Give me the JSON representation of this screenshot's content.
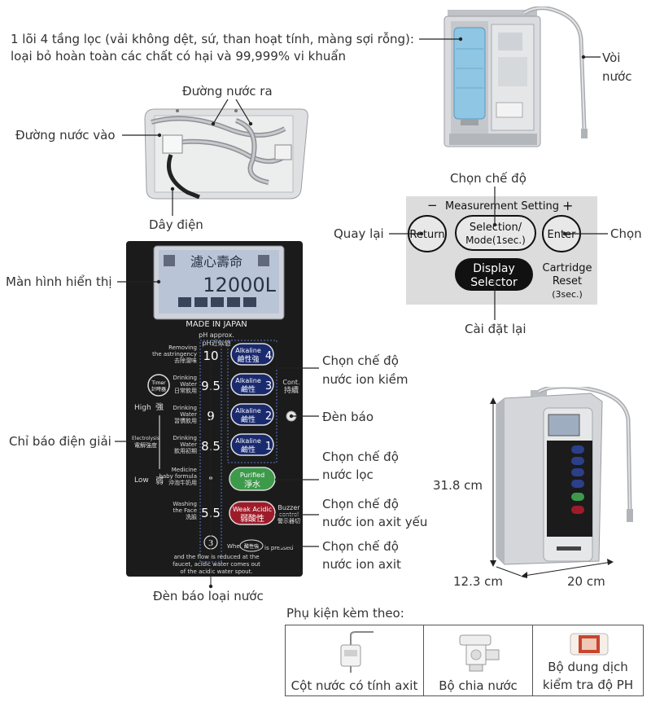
{
  "labels": {
    "filter_line1": "1 lõi 4 tầng lọc (vải không dệt, sứ, than hoạt tính, màng sợi rỗng):",
    "filter_line2": "loại bỏ hoàn toàn các chất có hại và 99,999% vi khuẩn",
    "faucet_line1": "Vòi",
    "faucet_line2": "nước",
    "water_out": "Đường nước ra",
    "water_in": "Đường nước vào",
    "power_cord": "Dây điện",
    "mode_select": "Chọn chế độ",
    "back": "Quay lại",
    "choose": "Chọn",
    "settings": "Cài đặt lại",
    "display_screen": "Màn hình hiển thị",
    "alkaline_l1": "Chọn chế độ",
    "alkaline_l2": "nước ion kiềm",
    "indicator_light": "Đèn báo",
    "electrolysis_indicator": "Chỉ báo điện giải",
    "purified_l1": "Chọn chế độ",
    "purified_l2": "nước lọc",
    "weak_acid_l1": "Chọn chế độ",
    "weak_acid_l2": "nước ion axit yếu",
    "acid_l1": "Chọn chế độ",
    "acid_l2": "nước ion axit",
    "water_type_light": "Đèn báo loại nước",
    "height": "31.8 cm",
    "depth": "12.3 cm",
    "width": "20 cm",
    "accessories_title": "Phụ kiện kèm theo:"
  },
  "measurement_panel": {
    "title": "Measurement Setting",
    "minus": "−",
    "plus": "+",
    "return": "Return",
    "selection_l1": "Selection/",
    "selection_l2": "Mode(1sec.)",
    "enter": "Enter",
    "display_l1": "Display",
    "display_l2": "Selector",
    "cartridge_l1": "Cartridge",
    "cartridge_l2": "Reset",
    "cartridge_l3": "(3sec.)"
  },
  "control_panel": {
    "lcd_kanji": "濾心壽命",
    "lcd_value": "12000L",
    "made_in": "MADE IN JAPAN",
    "ph_l1": "pH approx.",
    "ph_l2": "pH近似値",
    "high_label": "High",
    "high_kanji": "強",
    "low_label": "Low",
    "low_kanji": "弱",
    "electrolysis_l1": "Electrolysis",
    "electrolysis_l2": "電解強度",
    "timer_l1": "Timer",
    "timer_l2": "計時器",
    "cont_l1": "Cont.",
    "cont_l2": "持續",
    "buzzer_l1": "Buzzer",
    "buzzer_l2": "control",
    "buzzer_l3": "警示器切",
    "rows": [
      {
        "desc1": "Removing",
        "desc2": "the astringency",
        "desc3": "去除澀味",
        "ph": "10",
        "btn1": "Alkaline",
        "btn2": "鹼性強",
        "level": "4",
        "color": "#1a2a6e"
      },
      {
        "desc1": "Drinking",
        "desc2": "Water",
        "desc3": "日常飲用",
        "ph": "9.5",
        "btn1": "Alkaline",
        "btn2": "鹼性",
        "level": "3",
        "color": "#1a2a6e"
      },
      {
        "desc1": "Drinking",
        "desc2": "Water",
        "desc3": "習慣飲用",
        "ph": "9",
        "btn1": "Alkaline",
        "btn2": "鹼性",
        "level": "2",
        "color": "#1a2a6e"
      },
      {
        "desc1": "Drinking",
        "desc2": "Water",
        "desc3": "飲用初期",
        "ph": "8.5",
        "btn1": "Alkaline",
        "btn2": "鹼性",
        "level": "1",
        "color": "#1a2a6e"
      },
      {
        "desc1": "Medicine",
        "desc2": "baby formula",
        "desc3": "沖泡牛奶用",
        "ph": "",
        "btn1": "Purified",
        "btn2": "淨水",
        "level": "",
        "color": "#3d9a4a"
      },
      {
        "desc1": "Washing",
        "desc2": "the Face",
        "desc3": "洗臉",
        "ph": "5.5",
        "btn1": "Weak Acidic",
        "btn2": "弱酸性",
        "level": "",
        "color": "#9e1c2a"
      }
    ],
    "note_num": "3",
    "note_when": "When",
    "note_btn": "酸性強",
    "note_pressed": "is pressed",
    "note_l2": "and the flow is reduced at the",
    "note_l3": "faucet, acidic water comes out",
    "note_l4": "of the acidic water spout."
  },
  "accessories": [
    {
      "name": "Cột nước có tính axit",
      "icon": "acid-spout-icon"
    },
    {
      "name": "Bộ chia nước",
      "icon": "water-diverter-icon"
    },
    {
      "name_l1": "Bộ dung dịch",
      "name_l2": "kiểm tra độ PH",
      "icon": "ph-test-kit-icon"
    }
  ],
  "colors": {
    "panel_black": "#1b1b1b",
    "lcd_bg": "#b9c4d6",
    "alkaline_blue": "#1a2a6e",
    "purified_green": "#3d9a4a",
    "acid_red": "#9e1c2a",
    "device_silver": "#c9ccd0"
  }
}
